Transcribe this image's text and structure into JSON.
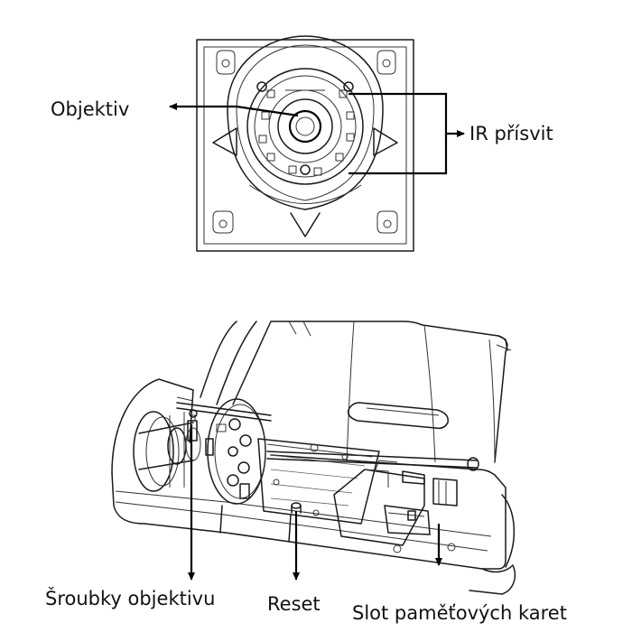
{
  "labels": {
    "lens": "Objektiv",
    "ir_light": "IR přísvit",
    "lens_screws": "Šroubky objektivu",
    "reset": "Reset",
    "memory_card_slot": "Slot paměťových karet"
  }
}
